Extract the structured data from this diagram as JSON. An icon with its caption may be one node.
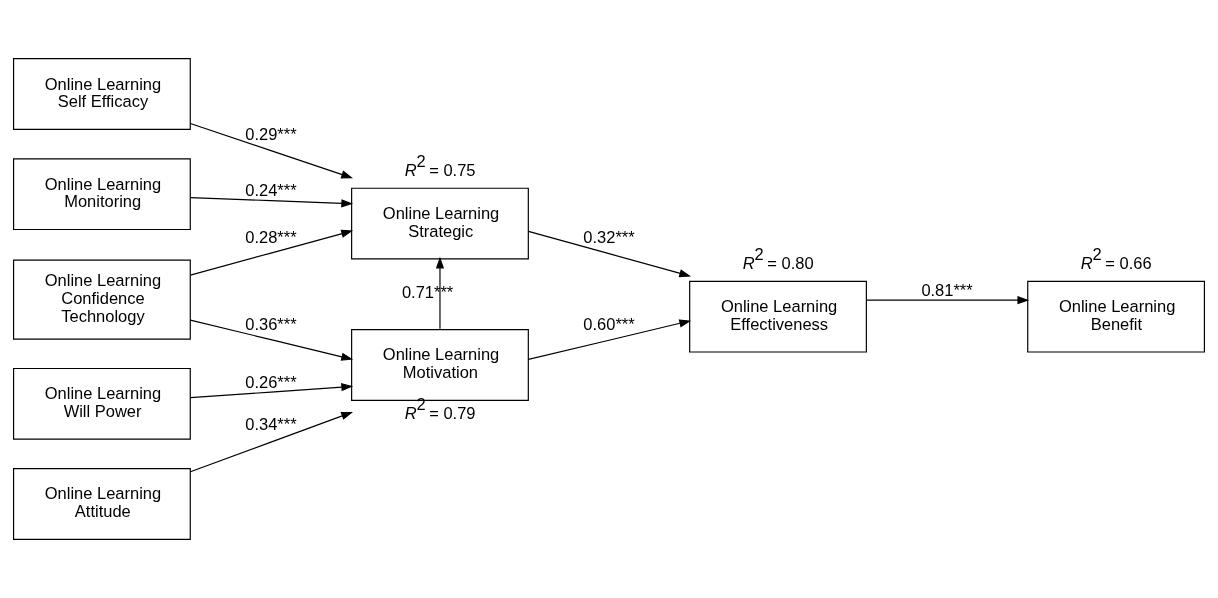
{
  "diagram": {
    "nodes": [
      {
        "text": [
          "Online Learning Self Efficacy"
        ]
      },
      {
        "text": [
          "Online Learning Monitoring"
        ]
      },
      {
        "text": [
          "Online Learning Confidence Technology"
        ]
      },
      {
        "text": [
          "Online Learning Will Power"
        ]
      },
      {
        "text": [
          "Online Learning Attitude"
        ]
      },
      {
        "text": [
          "Online Learning Strategic"
        ],
        "beside": [
          "*R*$^{2}$ = 0.75"
        ]
      },
      {
        "text": [
          "Online Learning Motivation"
        ],
        "beside": [
          "*R*$^{2}$ = 0.79"
        ]
      },
      {
        "text": [
          "Online Learning Effectiveness"
        ],
        "beside": [
          "*R*$^{2}$ = 0.80"
        ]
      },
      {
        "text": [
          "Online Learning Benefit"
        ],
        "beside": [
          "*R*$^{2}$ = 0.66"
        ]
      }
    ],
    "edges": [
      {
        "from": 0,
        "to": 5,
        "arrow": "to",
        "label": "0.29***"
      },
      {
        "from": 1,
        "to": 5,
        "arrow": "to",
        "label": "0.24***"
      },
      {
        "from": 2,
        "to": 5,
        "arrow": "to",
        "label": "0.28***"
      },
      {
        "from": 2,
        "to": 6,
        "arrow": "to",
        "label": "0.36***"
      },
      {
        "from": 3,
        "to": 6,
        "arrow": "to",
        "label": "0.26***"
      },
      {
        "from": 4,
        "to": 6,
        "arrow": "to",
        "label": "0.34***"
      },
      {
        "from": 6,
        "to": 5,
        "arrow": "to",
        "label": "0.71***"
      },
      {
        "from": 5,
        "to": 7,
        "arrow": "to",
        "label": "0.32***"
      },
      {
        "from": 6,
        "to": 7,
        "arrow": "to",
        "label": "0.60***"
      },
      {
        "from": 7,
        "to": 8,
        "arrow": "to",
        "label": "0.81***"
      }
    ]
  }
}
